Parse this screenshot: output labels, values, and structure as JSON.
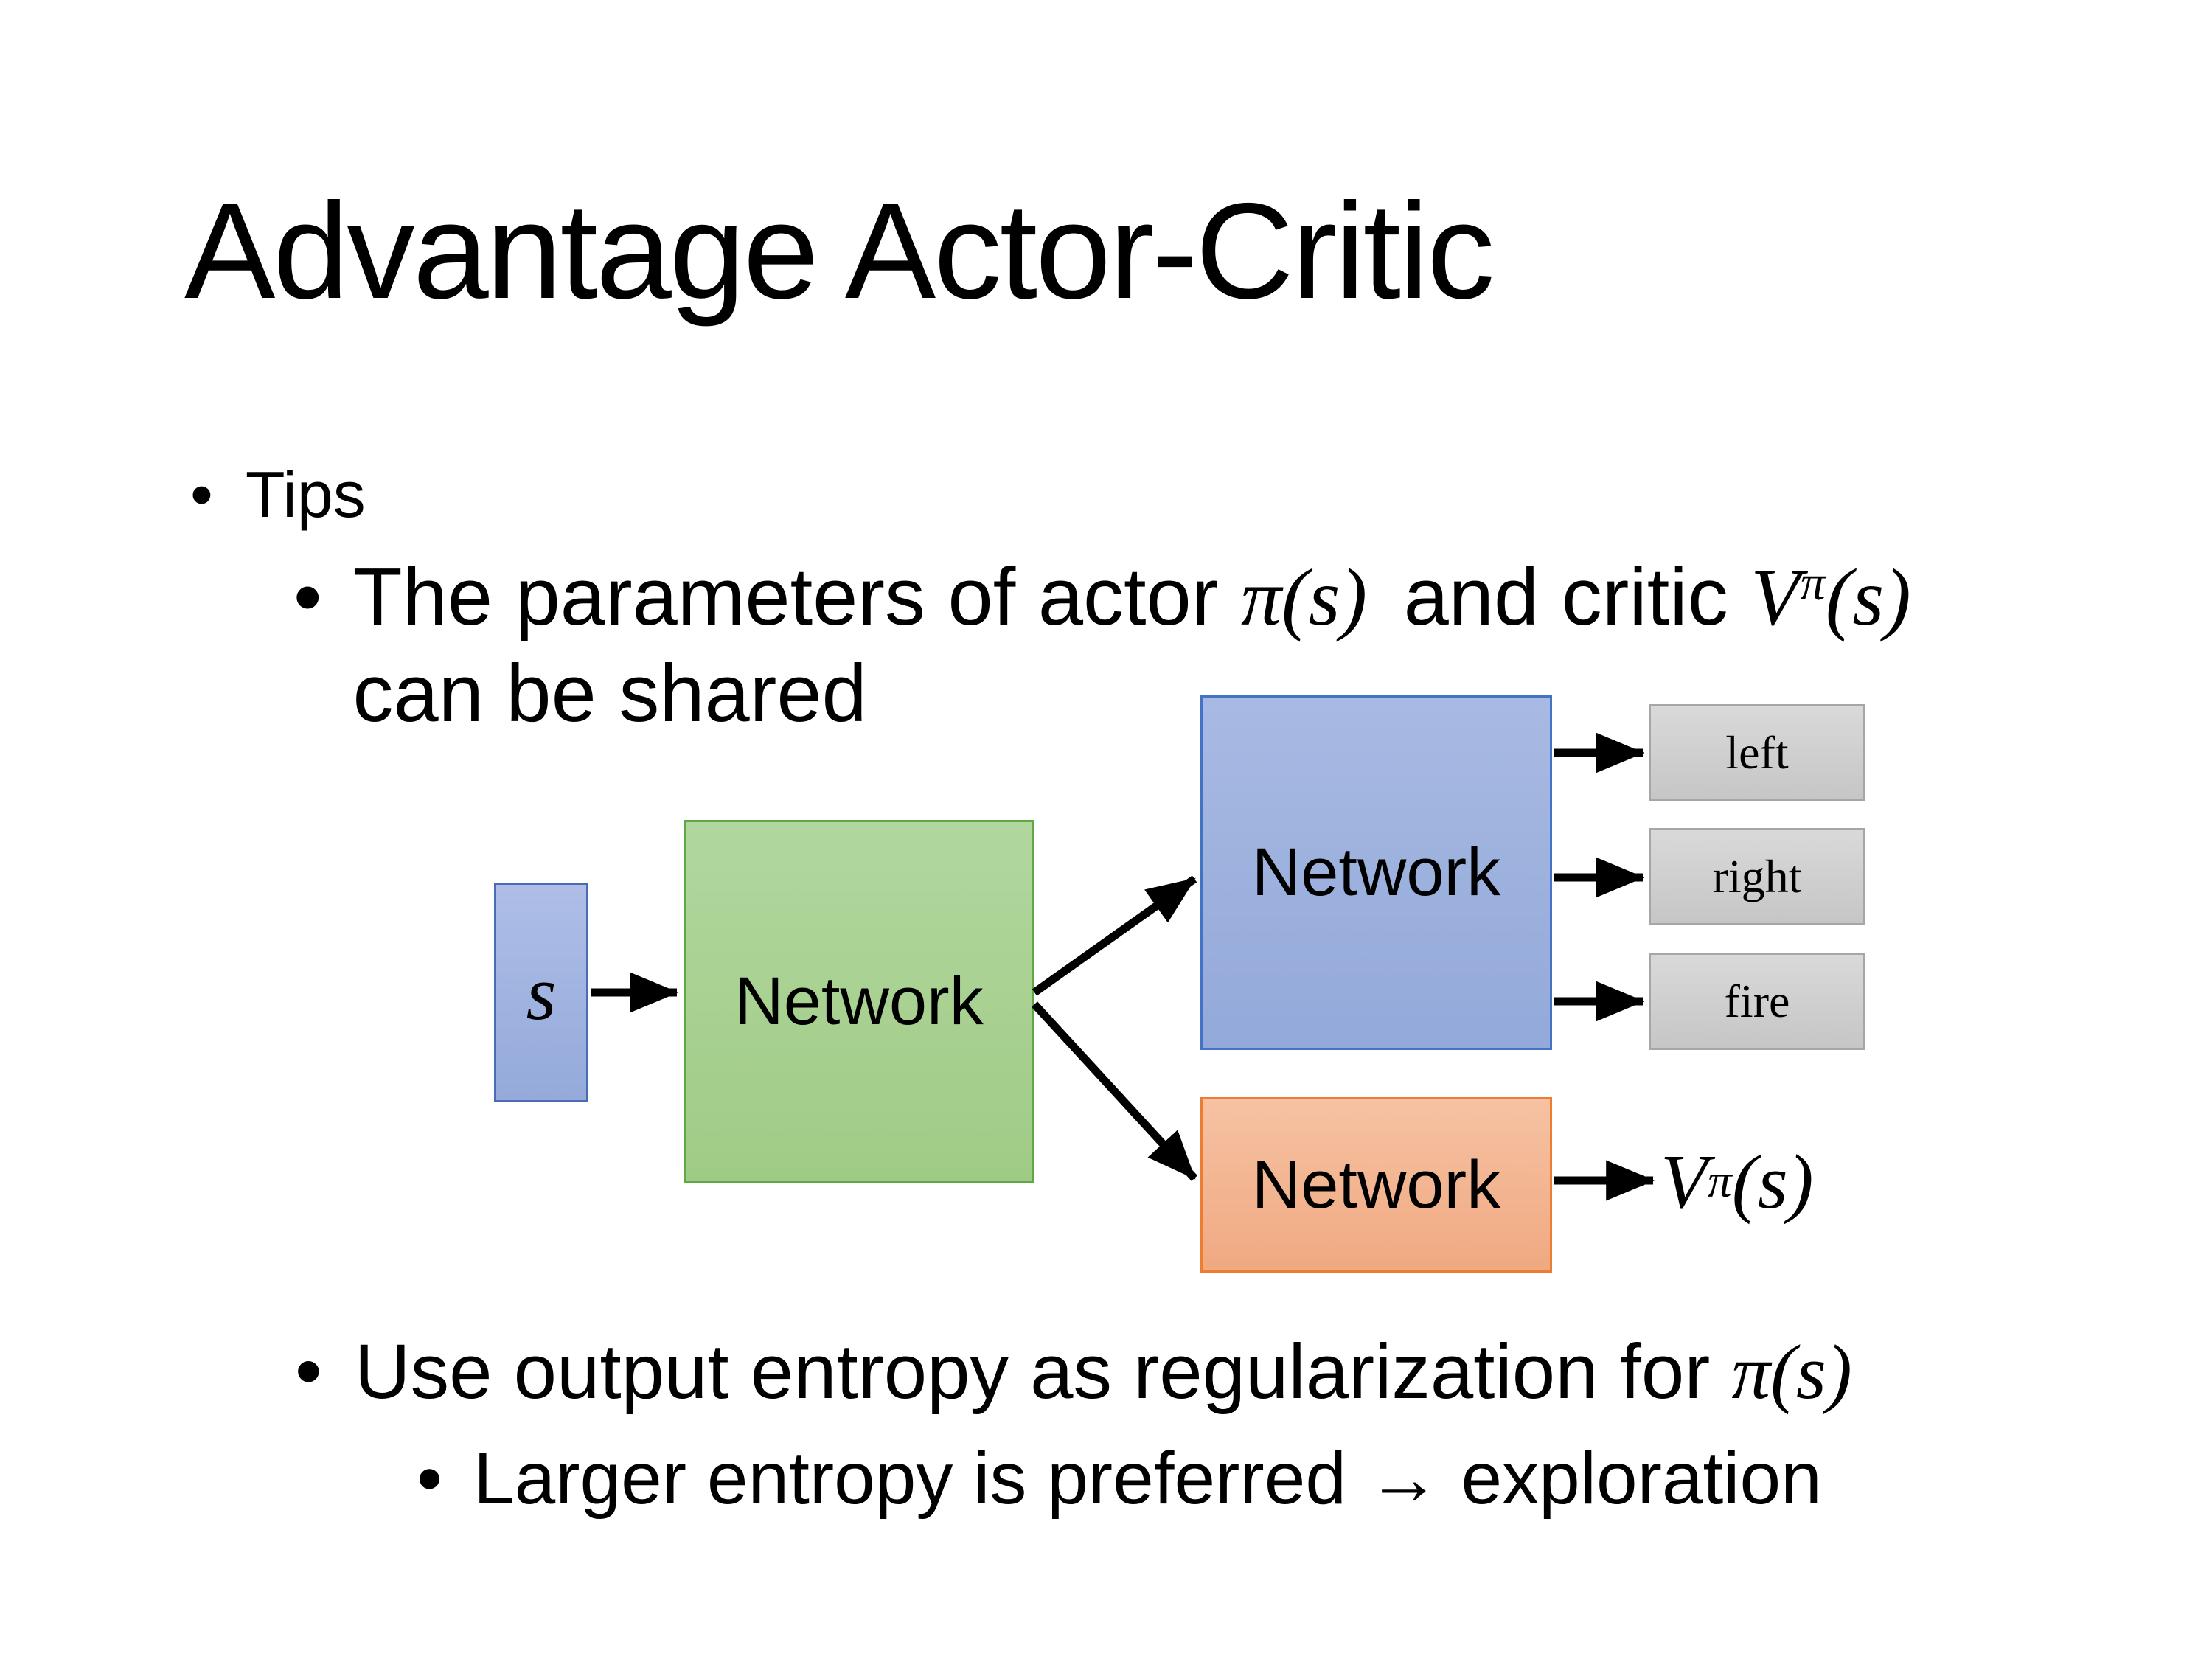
{
  "slide": {
    "title": "Advantage Actor-Critic",
    "bullet_glyph": "•",
    "tips_label": "Tips",
    "param_bullet": {
      "pre": "The parameters of actor ",
      "actor_math": "π(s)",
      "mid": "and critic ",
      "critic_base": "V",
      "critic_sup": "π",
      "critic_args": "(s)",
      "line2": "can be shared"
    },
    "entropy_bullet": {
      "pre": "Use output entropy as regularization for ",
      "math": "π(s)"
    },
    "exploration_bullet": "Larger entropy is preferred → exploration"
  },
  "diagram": {
    "state_label": "s",
    "shared_network_label": "Network",
    "actor_network_label": "Network",
    "critic_network_label": "Network",
    "action_labels": [
      "left",
      "right",
      "fire"
    ],
    "critic_output": {
      "base": "V",
      "sup": "π",
      "args": "(s)"
    },
    "colors": {
      "state_fill": "#A6B8E2",
      "state_border": "#4A6CB3",
      "shared_fill": "#A9D18E",
      "shared_border": "#61A745",
      "actor_fill": "#9FB3DF",
      "actor_border": "#4472C4",
      "critic_fill": "#F4B58F",
      "critic_border": "#ED7D31",
      "action_fill": "#CFCFCF",
      "action_border": "#A6A6A6",
      "arrow": "#000000",
      "background": "#FFFFFF",
      "text": "#000000"
    }
  }
}
